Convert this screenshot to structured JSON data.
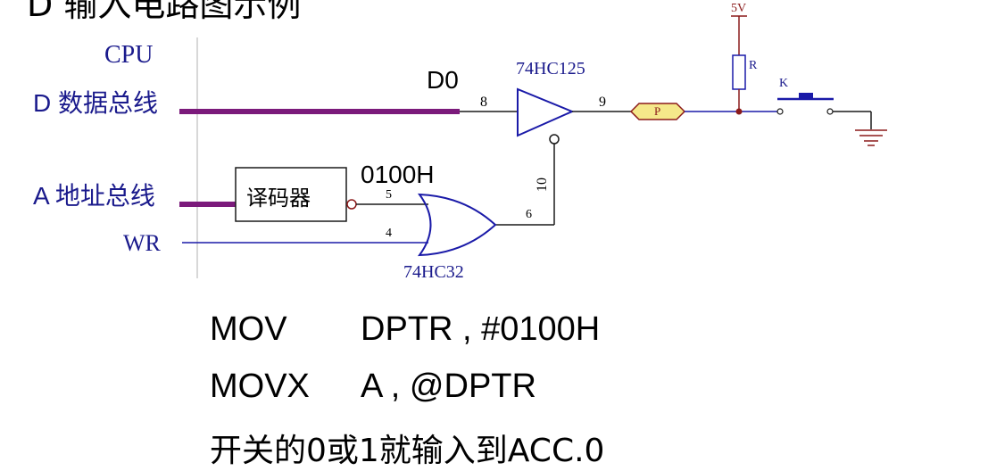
{
  "title": "D 输入电路图示例",
  "labels": {
    "cpu": "CPU",
    "data_bus": "D 数据总线",
    "addr_bus": "A  地址总线",
    "wr": "WR",
    "d0": "D0",
    "buffer_chip": "74HC125",
    "or_chip": "74HC32",
    "decoder": "译码器",
    "address": "0100H",
    "vcc": "5V",
    "resistor": "R",
    "switch": "K",
    "probe": "P",
    "pins": {
      "p8": "8",
      "p9": "9",
      "p10": "10",
      "p5": "5",
      "p4": "4",
      "p6": "6"
    }
  },
  "code": {
    "line1_op": "MOV",
    "line1_arg": "DPTR , #0100H",
    "line2_op": "MOVX",
    "line2_arg": "A , @DPTR",
    "note": "开关的0或1就输入到ACC.0"
  },
  "colors": {
    "bus": "#7b1a7b",
    "wire": "#1a1aa8",
    "label": "#1a1a8c",
    "power": "#8b1a1a",
    "probe_fill": "#f5e88a"
  }
}
